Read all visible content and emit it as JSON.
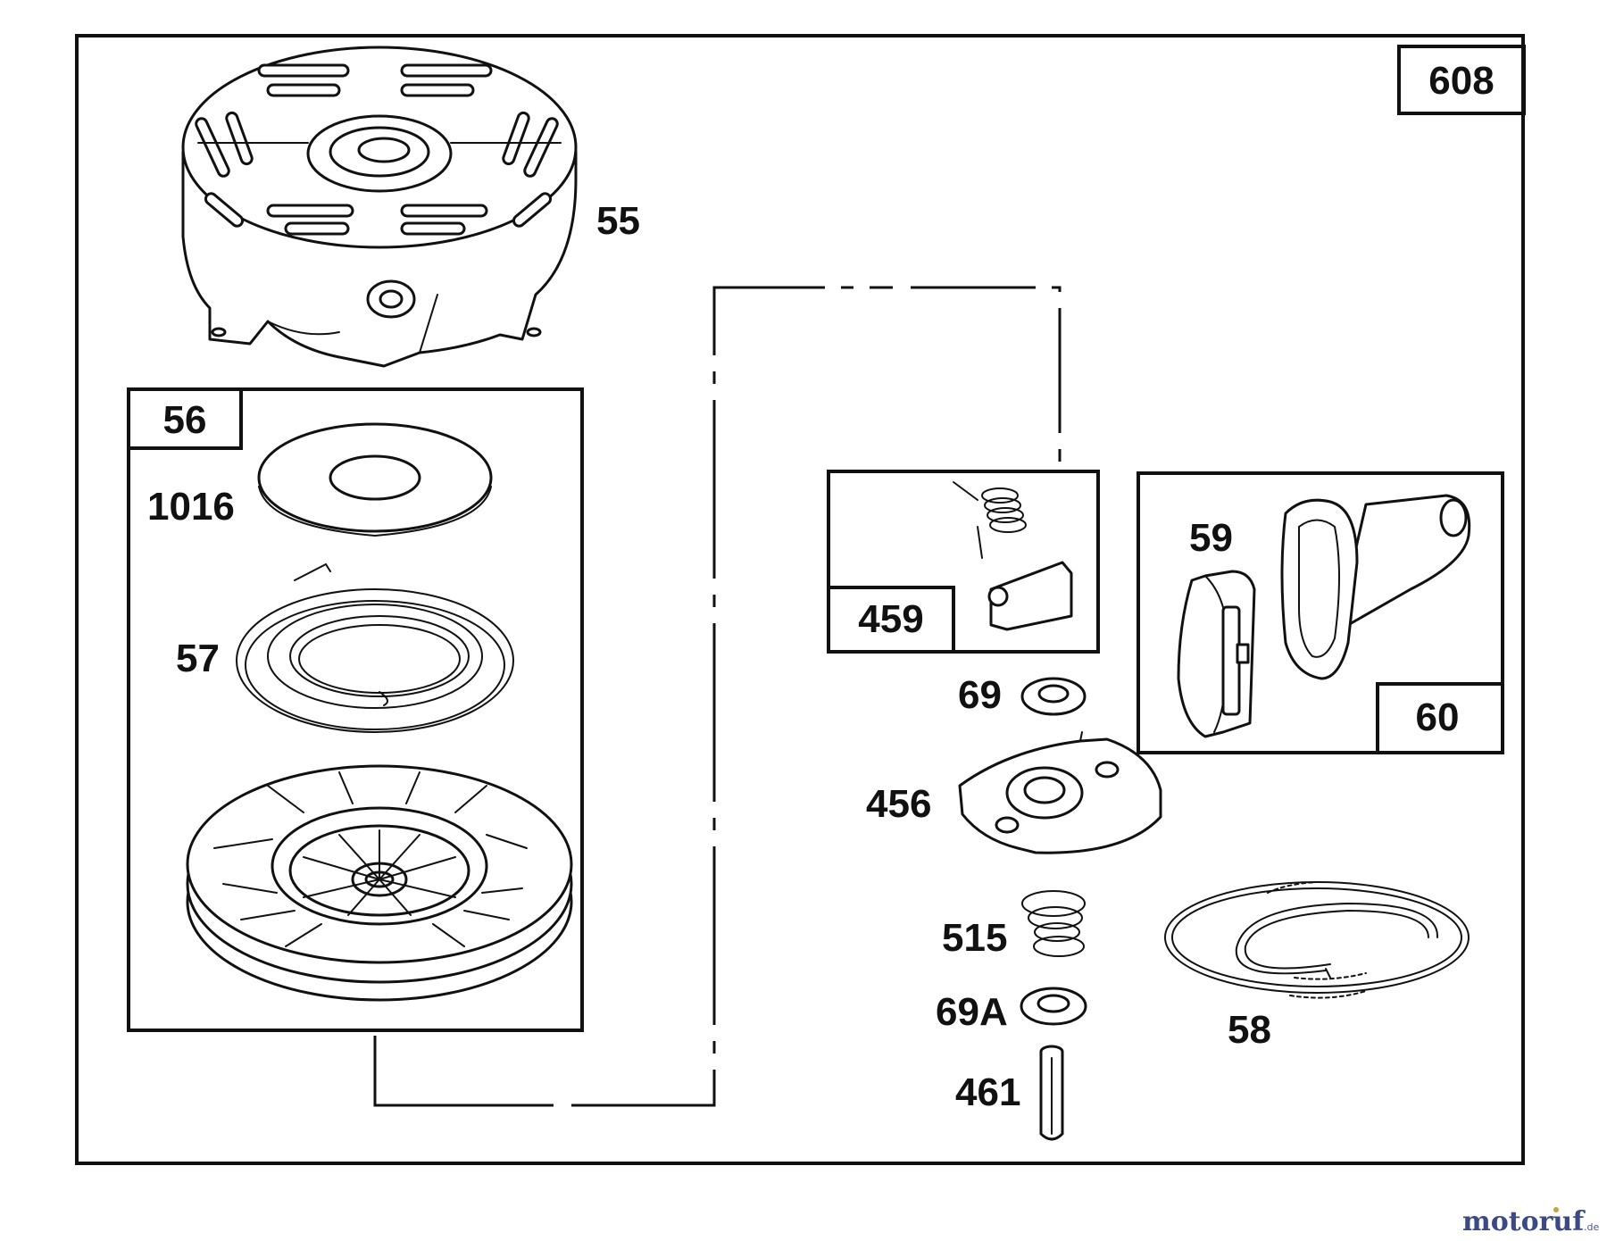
{
  "labels": {
    "l608": "608",
    "l55": "55",
    "l56": "56",
    "l1016": "1016",
    "l57": "57",
    "l459": "459",
    "l69": "69",
    "l456": "456",
    "l515": "515",
    "l69A": "69A",
    "l461": "461",
    "l59": "59",
    "l60": "60",
    "l58": "58"
  },
  "watermark": {
    "text": "motoruf",
    "suffix": ".de"
  },
  "colors": {
    "line": "#111111",
    "watermark_brand": "#3b4a86",
    "watermark_accent": "#c9a236"
  }
}
